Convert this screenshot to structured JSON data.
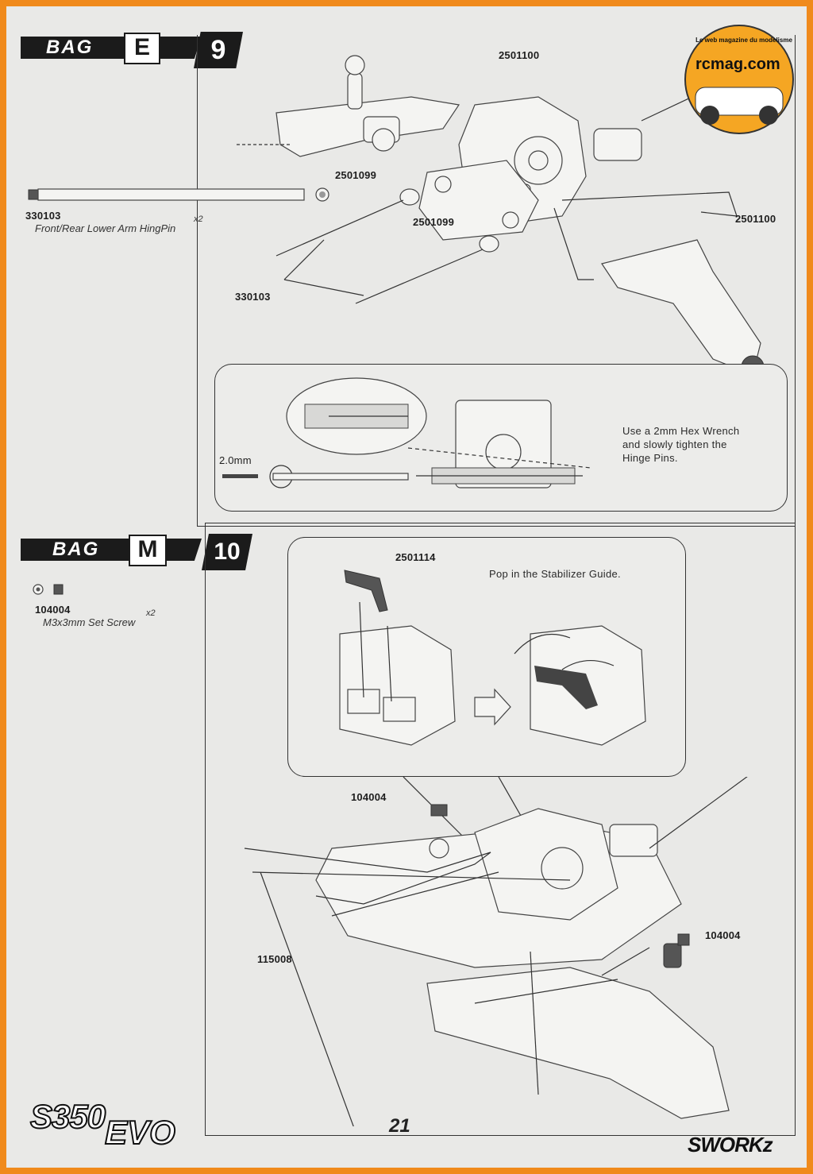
{
  "step9": {
    "bag_word": "BAG",
    "bag_letter": "E",
    "step_number": "9",
    "side_part": {
      "code": "330103",
      "desc": "Front/Rear Lower Arm HingPin",
      "qty": "x2"
    },
    "callouts": {
      "c1": "2501100",
      "c2": "2501099",
      "c3": "2501099",
      "c4": "2501100",
      "c5": "330103"
    },
    "detail": {
      "tool_size": "2.0mm",
      "note": [
        "Use a 2mm Hex Wrench",
        "and slowly tighten the",
        "Hinge Pins."
      ]
    }
  },
  "step10": {
    "bag_word": "BAG",
    "bag_letter": "M",
    "step_number": "10",
    "side_part": {
      "code": "104004",
      "desc": "M3x3mm Set Screw",
      "qty": "x2"
    },
    "detail": {
      "part": "2501114",
      "note": "Pop in the Stabilizer Guide."
    },
    "callouts": {
      "c1": "104004",
      "c2": "104004",
      "c3": "115008"
    }
  },
  "watermark": {
    "site": "rcmag.com",
    "tagline": "Le web magazine du modelisme"
  },
  "footer": {
    "model": "S350",
    "model_suffix": "EVO",
    "page_number": "21",
    "brand": "SWORKz"
  },
  "colors": {
    "frame": "#f08a1c",
    "paper": "#e9e9e7",
    "ink": "#1b1b1b"
  }
}
